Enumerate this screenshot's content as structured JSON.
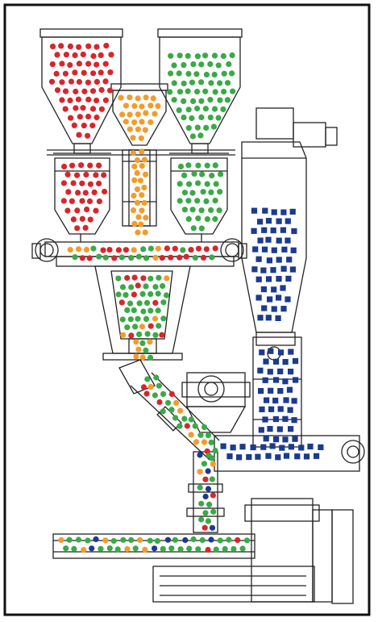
{
  "diagram": {
    "colors": {
      "red": "#d7262b",
      "orange": "#f39c2b",
      "green": "#3aaa47",
      "blue": "#1c3a8f",
      "line": "#222222",
      "frame": "#111111"
    },
    "materials": [
      {
        "id": "red-pellets",
        "color": "red",
        "shape": "circle",
        "hopper": "left"
      },
      {
        "id": "orange-pellets",
        "color": "orange",
        "shape": "circle",
        "hopper": "center"
      },
      {
        "id": "green-pellets",
        "color": "green",
        "shape": "circle",
        "hopper": "right"
      },
      {
        "id": "blue-flakes",
        "color": "blue",
        "shape": "square",
        "hopper": "cyclone"
      }
    ],
    "components": [
      "hopper-left",
      "hopper-center",
      "hopper-right",
      "dosing-unit-left",
      "dosing-unit-center",
      "dosing-unit-right",
      "mixing-cone",
      "inclined-chute",
      "cyclone-separator",
      "side-feeder",
      "vertical-feed-pipe",
      "extruder-barrel",
      "gearbox"
    ]
  }
}
